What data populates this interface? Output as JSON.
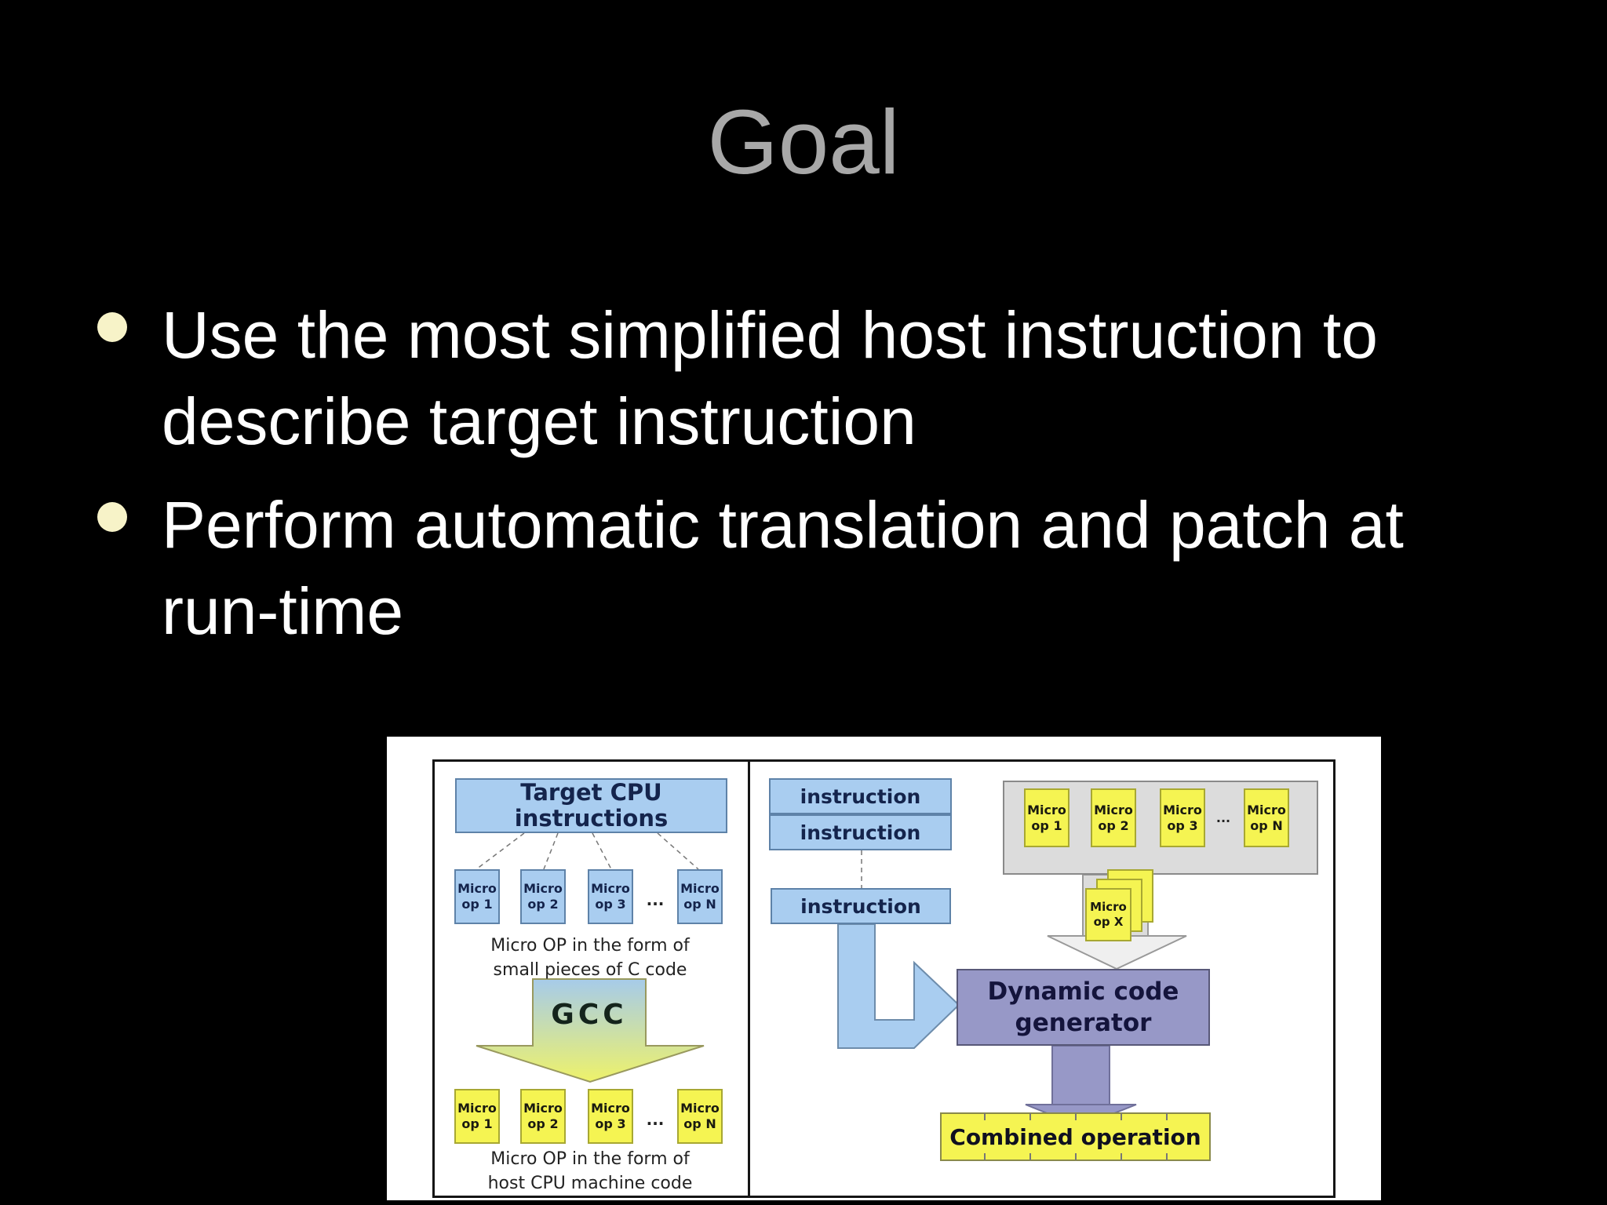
{
  "slide": {
    "title": "Goal",
    "bullets": [
      {
        "line1": "Use the most simplified host instruction to",
        "line2": "describe target instruction"
      },
      {
        "line1": "Perform automatic translation and patch at",
        "line2": "run-time"
      }
    ]
  },
  "diagram": {
    "micro_ops": [
      "Micro op 1",
      "Micro op 2",
      "Micro op 3"
    ],
    "micro_op_last": "Micro op N",
    "ellipsis": "...",
    "left": {
      "header": "Target CPU instructions",
      "caption_c": [
        "Micro OP in the form of",
        "small pieces of C code"
      ],
      "gcc": "GCC",
      "caption_host": [
        "Micro OP in the form of",
        "host CPU machine code"
      ]
    },
    "right": {
      "instruction": "instruction",
      "micro_op_x": "Micro op X",
      "generator": "Dynamic code generator",
      "combined": "Combined operation"
    }
  },
  "colors": {
    "background": "#000000",
    "title_gray": "#a8a8a8",
    "bullet_text": "#ffffff",
    "bullet_dot": "#f7f3c8",
    "panel_white": "#ffffff",
    "box_blue": "#a9cdf0",
    "box_yellow": "#f5f452",
    "box_purple": "#9798c7",
    "panel_gray": "#dcdcdc",
    "gcc_gradient_top": "#a6cbea",
    "gcc_gradient_bottom": "#eef26a",
    "text_navy": "#14244c"
  }
}
